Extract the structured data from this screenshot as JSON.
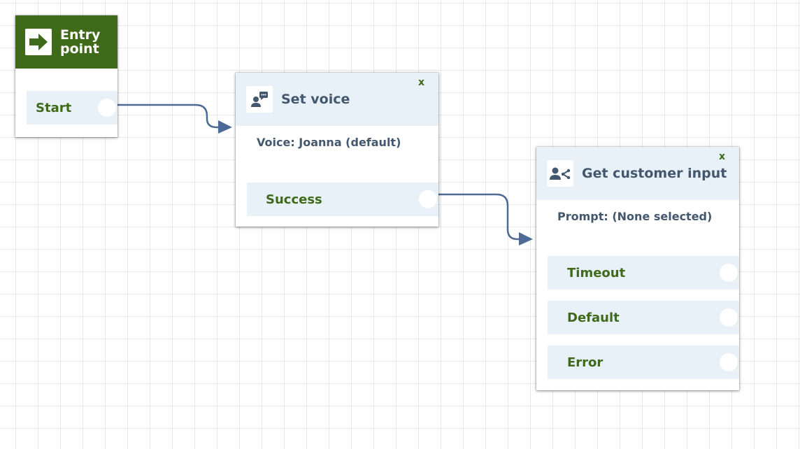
{
  "colors": {
    "entry_header": "#3f6a19",
    "branch_text": "#3f6a19",
    "branch_bg": "#e8f0f8",
    "title_text": "#43576e",
    "connector": "#4c6a95"
  },
  "entry_block": {
    "title": "Entry\npoint",
    "icon": "arrow-right-icon",
    "branch_label": "Start"
  },
  "set_voice_block": {
    "title": "Set voice",
    "icon": "speaking-person-icon",
    "close_label": "x",
    "detail": "Voice: Joanna (default)",
    "branches": [
      "Success"
    ]
  },
  "get_input_block": {
    "title": "Get customer input",
    "icon": "person-branch-icon",
    "close_label": "x",
    "detail": "Prompt: (None selected)",
    "branches": [
      "Timeout",
      "Default",
      "Error"
    ]
  }
}
